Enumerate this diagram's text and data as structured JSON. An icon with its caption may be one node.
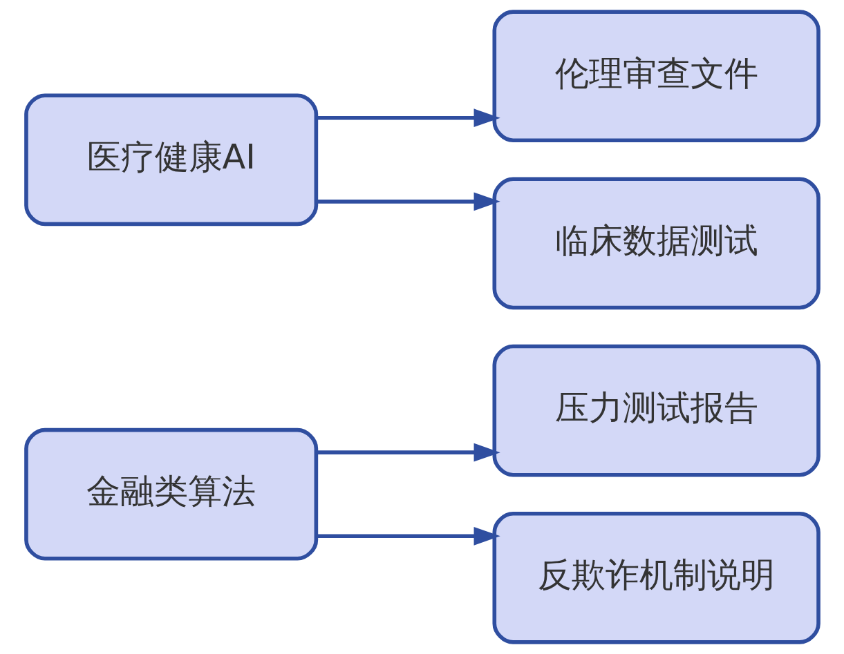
{
  "diagram": {
    "nodes": [
      {
        "text": [
          "金融类算法"
        ]
      },
      {
        "text": [
          "压力测试报告"
        ]
      },
      {
        "text": [
          "反欺诈机制说明"
        ]
      },
      {
        "text": [
          "医疗健康AI"
        ]
      },
      {
        "text": [
          "伦理审查文件"
        ]
      },
      {
        "text": [
          "临床数据测试"
        ]
      }
    ],
    "edges": [
      {
        "from": 0,
        "to": 1,
        "arrow": "to"
      },
      {
        "from": 0,
        "to": 2,
        "arrow": "to"
      },
      {
        "from": 3,
        "to": 4,
        "arrow": "to"
      },
      {
        "from": 3,
        "to": 5,
        "arrow": "to"
      }
    ]
  }
}
